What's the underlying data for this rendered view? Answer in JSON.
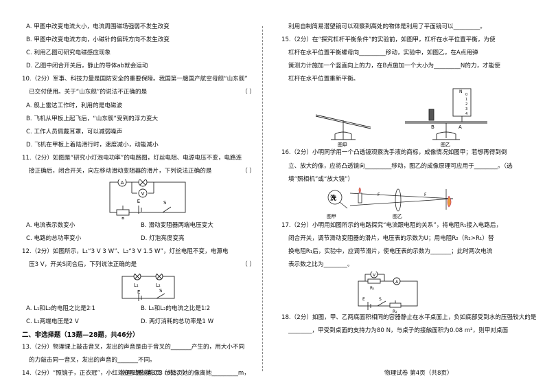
{
  "left": {
    "q_prev_options": [
      "A. 甲图中改变电流大小，电流周围磁场强弱不发生改变",
      "B. 甲图中改变电流方向，小磁针的偏转方向不发生改变",
      "C. 利用乙图可研究电磁感应现象",
      "D. 乙图中闭合开关后，静止的导体ab就会运动"
    ],
    "q10": {
      "lines": [
        "10.（2分）军事、科技力量是国防安全的重要保障。我国第一艘国产航空母舰“山东舰”",
        "已交付使用。关于“山东舰”的说法不正确的是"
      ],
      "paren": "（      ）",
      "options": [
        "A. 舰上雷达工作时，利用的是电磁波",
        "B. 飞机从甲板上起飞后，“山东舰”受到的浮力变大",
        "C. 工作人员佩戴耳罩，可以减弱噪声",
        "D. 飞机在甲板上着陆滑行时，速度减小，动能减小"
      ]
    },
    "q11": {
      "lines": [
        "11.（2分）如图是“研究小灯泡电功率”的电路图，灯丝电阻、电源电压不变，电路连",
        "接正确后，闭合开关，向左移动滑动变阻器的滑片，下列说法正确的是"
      ],
      "paren": "（      ）",
      "options": [
        [
          "A. 电流表示数变小",
          "B. 滑动变阻器两端电压变大"
        ],
        [
          "C. 电路的总功率变小",
          "D. 灯泡亮度变亮"
        ]
      ],
      "fig_labels": {
        "ammeter": "A",
        "voltmeter": "V",
        "source": "E",
        "switch": "S",
        "resistor": "R",
        "resistor_sub": "2"
      }
    },
    "q12": {
      "lines": [
        "12.（2分）如图所示，L₁“3 V 3 W”、L₂“3 V 1.5 W”，灯丝电阻不变，电源电",
        "压3 V，开关S闭合后，下列说法正确的是"
      ],
      "paren": "（      ）",
      "options": [
        [
          "A. L₁和L₂的电阻之比是2∶1",
          "B. L₁和L₂的电流之比是1∶2"
        ],
        [
          "C. L₁两端电压是2 V",
          "D. 两灯消耗的总功率是1 W"
        ]
      ],
      "fig_labels": {
        "l1": "L₁",
        "l2": "L₂",
        "source": "E",
        "switch": "S"
      }
    },
    "section2": "二、非选择题（13题—28题，共46分）",
    "q13": [
      "13.（2分）物理课上敲击音叉，发出的声音是由于音叉的_______产生的，用大小不同",
      "的力敲击同一音叉，发出的声音的_______不同。"
    ],
    "q14": [
      "14.（2分）“照镜子，正衣冠”，小红站在平面镜前0.3 m处，她的像离她_________m，"
    ],
    "footer": "物理试卷   第3页（共8页）"
  },
  "right": {
    "q14_cont": "利用自制简易潜望镜可以观察到高处的物体是利用了平面镜可以_________。",
    "q15": [
      "15.（2分）在“探究杠杆平衡条件”的实验前，如图甲，杠杆在水平位置平衡，为使",
      "杠杆在水平位置平衡螺母向_________移动，实验中，如图乙，在A点用弹",
      "簧测力计施加一个竖直向上的力，在B点施加一个大小为_________N的力，才能使",
      "杠杆在水平位置重新平衡。"
    ],
    "q15_fig": {
      "cap1": "图甲",
      "cap2": "图乙",
      "a": "A",
      "b": "B",
      "n": "N",
      "scale": [
        "0",
        "1",
        "2",
        "3",
        "4"
      ]
    },
    "q16": [
      "16.（2分）小明同学用一个凸透镜观察洗手液的商标，成像情况如图甲；若想再得到倒",
      "立、放大的像，应将凸透镜向_________移动，图乙的成像原理可应用于________。（选",
      "填“照相机”或“放大镜”）"
    ],
    "q16_fig": {
      "cap1": "图甲",
      "cap2": "图乙",
      "text1": "洗",
      "f1": "F",
      "f2": "F"
    },
    "q17": [
      "17.（2分）小明用如图所示的电路探究“电流跟电阻的关系”，将电阻R₁接入电路后，",
      "闭合开关，调节滑动变阻器的滑片，电压表的示数为U；用电阻R₂（R₂>R₁）替",
      "换电阻R₁后，实验中，应调节滑片，使电压表的示数为_______；此时两次电流",
      "表示数之比为________。"
    ],
    "q17_fig": {
      "v": "V",
      "a": "A",
      "r1": "R₁",
      "r2": "R₂",
      "e": "E",
      "s": "S"
    },
    "q18": [
      "18.（2分）如图，甲、乙两底面积相同的容器静止在水平桌面上，负如底部受到水的压强较大的是",
      "________，甲受到桌面的支持力为80 N，与桌子的接触面积为0.08 m²，则甲对桌面"
    ],
    "footer": "物理试卷   第4页（共8页）"
  }
}
